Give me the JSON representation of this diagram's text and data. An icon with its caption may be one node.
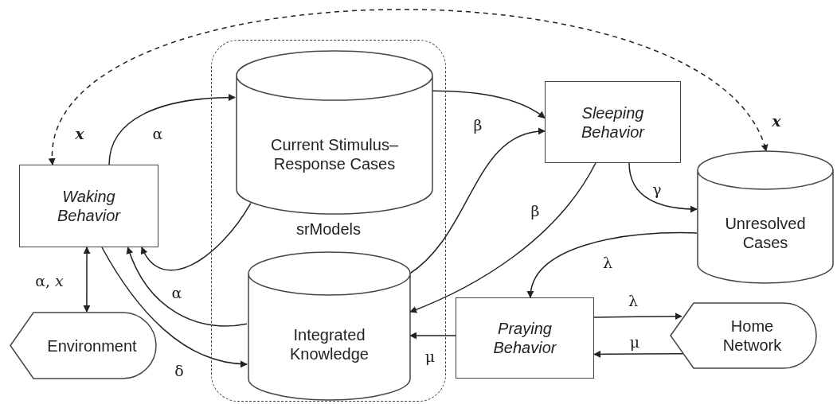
{
  "diagram": {
    "nodes": [
      {
        "text": [
          "Waking Behavior"
        ]
      },
      {
        "text": [
          "srModels"
        ]
      },
      {
        "text": [
          "Current Stimulus–Response Cases"
        ],
        "in": 1
      },
      {
        "text": [
          "Integrated Knowledge"
        ],
        "in": 1
      },
      {
        "text": [
          "Sleeping Behavior"
        ]
      },
      {
        "text": [
          "Unresolved Cases"
        ]
      },
      {
        "text": [
          "Praying Behavior"
        ]
      },
      {
        "text": [
          "Environment"
        ]
      },
      {
        "text": [
          "Home Network"
        ]
      }
    ],
    "edges": [
      {
        "from": 0,
        "to": 2,
        "arrow": "to",
        "label": "α"
      },
      {
        "from": 2,
        "to": 0,
        "arrow": "to"
      },
      {
        "from": 3,
        "to": 0,
        "arrow": "to",
        "label": "α"
      },
      {
        "from": 0,
        "to": 3,
        "arrow": "to",
        "label": "δ"
      },
      {
        "from": 0,
        "to": 7,
        "arrow": "both",
        "label": "α, *x*"
      },
      {
        "from": 0,
        "to": 5,
        "arrow": "both",
        "style": "dashed",
        "label": "x"
      },
      {
        "from": 2,
        "to": 4,
        "arrow": "to",
        "label": "β"
      },
      {
        "from": 3,
        "to": 4,
        "arrow": "to"
      },
      {
        "from": 4,
        "to": 3,
        "arrow": "to",
        "label": "β"
      },
      {
        "from": 4,
        "to": 5,
        "arrow": "to",
        "label": "γ"
      },
      {
        "from": 5,
        "to": 6,
        "arrow": "to",
        "label": "λ"
      },
      {
        "from": 6,
        "to": 3,
        "arrow": "to",
        "label": "μ"
      },
      {
        "from": 6,
        "to": 8,
        "arrow": "to",
        "label": "λ"
      },
      {
        "from": 8,
        "to": 6,
        "arrow": "to",
        "label": "μ"
      }
    ],
    "labels": [
      "x"
    ]
  }
}
